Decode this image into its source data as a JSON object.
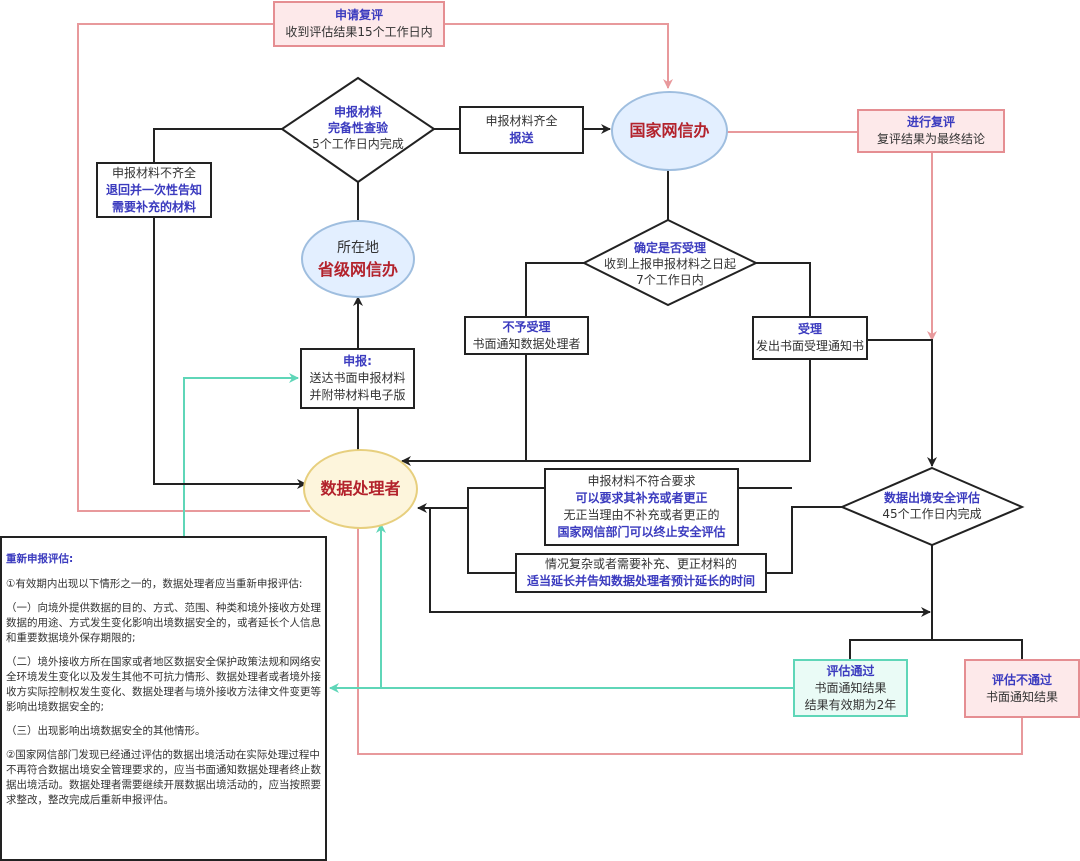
{
  "colors": {
    "black_line": "#222222",
    "pink_line": "#e8999c",
    "green_line": "#5fd6b8",
    "highlight_text": "#3b3bbf",
    "entity_text": "#b3222c"
  },
  "nodes": {
    "apply_review": {
      "title": "申请复评",
      "sub": "收到评估结果15个工作日内"
    },
    "completeness_check": {
      "title1": "申报材料",
      "title2": "完备性查验",
      "sub": "5个工作日内完成"
    },
    "materials_complete": {
      "line1": "申报材料齐全",
      "line2": "报送"
    },
    "cac_national": {
      "label": "国家网信办"
    },
    "conduct_review": {
      "title": "进行复评",
      "sub": "复评结果为最终结论"
    },
    "materials_incomplete": {
      "line1": "申报材料不齐全",
      "line2": "退回并一次性告知",
      "line3": "需要补充的材料"
    },
    "provincial_cac": {
      "line1": "所在地",
      "line2": "省级网信办"
    },
    "accept_decision": {
      "title": "确定是否受理",
      "sub1": "收到上报申报材料之日起",
      "sub2": "7个工作日内"
    },
    "reject": {
      "title": "不予受理",
      "sub": "书面通知数据处理者"
    },
    "accept": {
      "title": "受理",
      "sub": "发出书面受理通知书"
    },
    "submit": {
      "title": "申报:",
      "sub1": "送达书面申报材料",
      "sub2": "并附带材料电子版"
    },
    "data_processor": {
      "label": "数据处理者"
    },
    "nonconforming": {
      "line1": "申报材料不符合要求",
      "line2": "可以要求其补充或者更正",
      "line3": "无正当理由不补充或者更正的",
      "line4": "国家网信部门可以终止安全评估"
    },
    "extension": {
      "line1": "情况复杂或者需要补充、更正材料的",
      "line2": "适当延长并告知数据处理者预计延长的时间"
    },
    "security_assessment": {
      "title": "数据出境安全评估",
      "sub": "45个工作日内完成"
    },
    "passed": {
      "title": "评估通过",
      "sub1": "书面通知结果",
      "sub2": "结果有效期为2年"
    },
    "failed": {
      "title": "评估不通过",
      "sub": "书面通知结果"
    }
  },
  "note": {
    "title": "重新申报评估:",
    "p1": "①有效期内出现以下情形之一的，数据处理者应当重新申报评估:",
    "p2": "（一）向境外提供数据的目的、方式、范围、种类和境外接收方处理数据的用途、方式发生变化影响出境数据安全的，或者延长个人信息和重要数据境外保存期限的;",
    "p3": "（二）境外接收方所在国家或者地区数据安全保护政策法规和网络安全环境发生变化以及发生其他不可抗力情形、数据处理者或者境外接收方实际控制权发生变化、数据处理者与境外接收方法律文件变更等影响出境数据安全的;",
    "p4": "（三）出现影响出境数据安全的其他情形。",
    "p5": "②国家网信部门发现已经通过评估的数据出境活动在实际处理过程中不再符合数据出境安全管理要求的，应当书面通知数据处理者终止数据出境活动。数据处理者需要继续开展数据出境活动的，应当按照要求整改，整改完成后重新申报评估。"
  }
}
